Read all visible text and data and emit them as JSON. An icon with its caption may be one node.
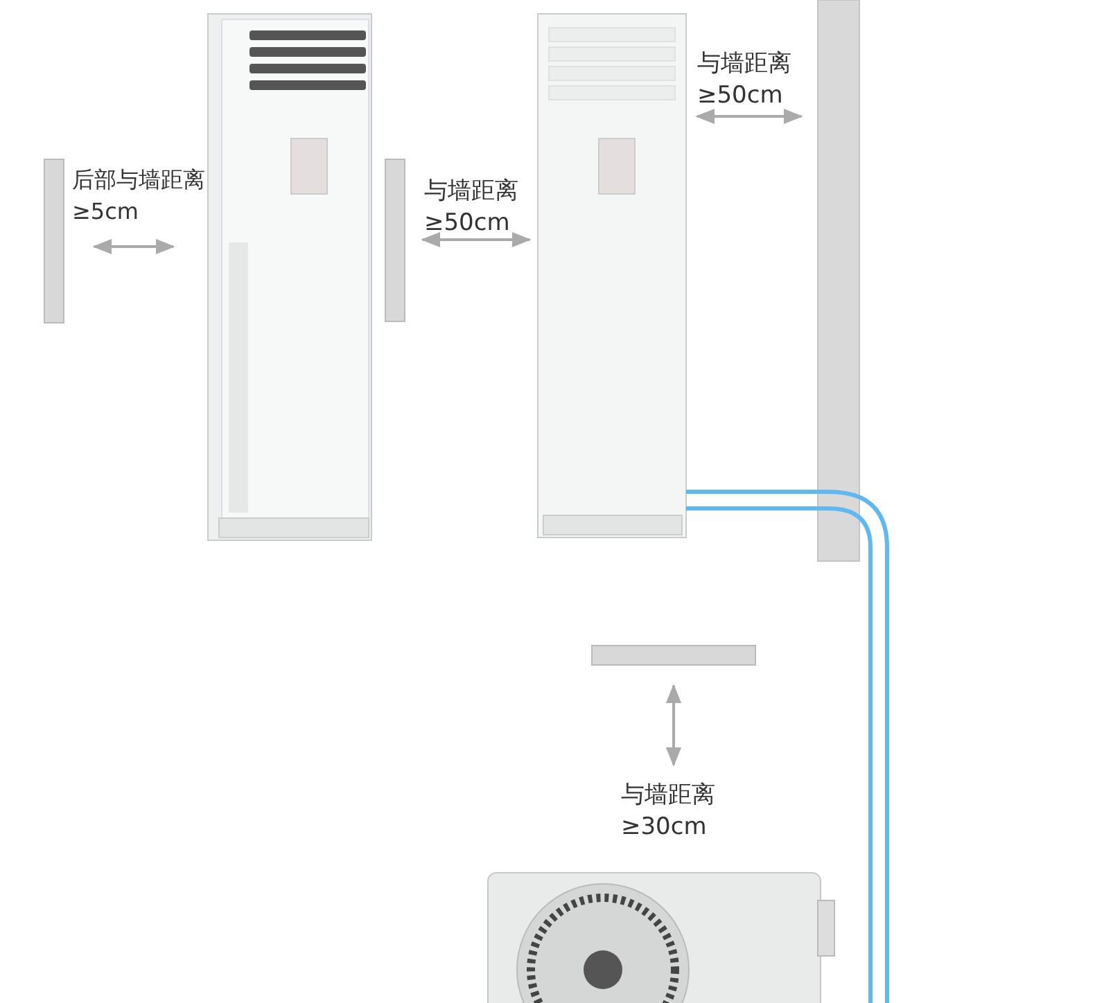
{
  "diagram": {
    "labels": [
      "后部与墙距离≥5cm",
      "与墙距离≥50cm",
      "与墙距离≥50cm",
      "与墙距离≥30cm"
    ]
  }
}
